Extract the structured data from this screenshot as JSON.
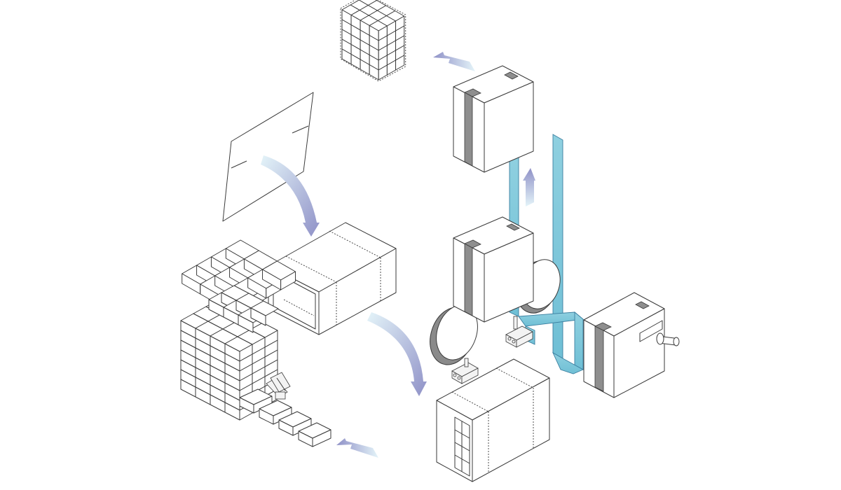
{
  "diagram": {
    "type": "isometric-packaging-process",
    "steps": [
      "flat-cardboard-sheet",
      "folded-box-sleeve",
      "stacked-product-boxes",
      "filled-carton",
      "taping-station",
      "taped-carton",
      "palletized-cartons"
    ]
  },
  "colors": {
    "line": "#3a3a3a",
    "tape": "#8e8e8e",
    "belt": "#7ec7da",
    "arrow_start": "#e2f2f8",
    "arrow_end": "#8f91c7"
  }
}
